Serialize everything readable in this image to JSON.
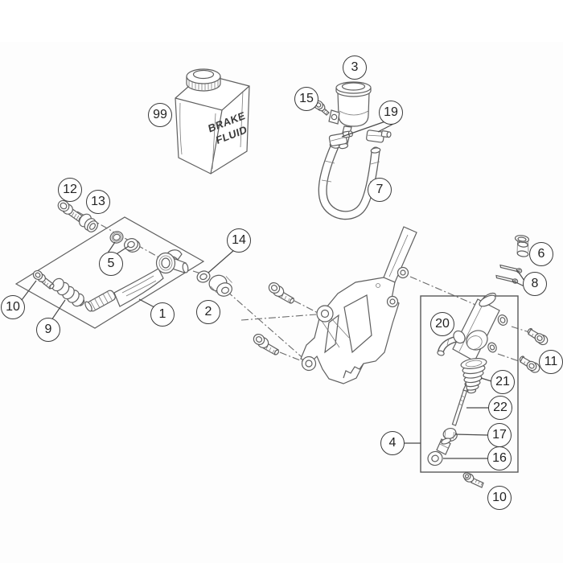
{
  "canister": {
    "line1": "BRAKE",
    "line2": "FLUID"
  },
  "callouts": {
    "c99": "99",
    "c3": "3",
    "c15": "15",
    "c19": "19",
    "c7": "7",
    "c12": "12",
    "c13": "13",
    "c5": "5",
    "c14": "14",
    "c2": "2",
    "c1": "1",
    "c10a": "10",
    "c9": "9",
    "c6": "6",
    "c8": "8",
    "c20": "20",
    "c11": "11",
    "c21": "21",
    "c22": "22",
    "c17": "17",
    "c16": "16",
    "c4": "4",
    "c10b": "10"
  },
  "colors": {
    "background": "#ffffff",
    "drawing_line": "#5f5f5f",
    "callout_border": "#3a3a3a",
    "callout_text": "#222222"
  }
}
